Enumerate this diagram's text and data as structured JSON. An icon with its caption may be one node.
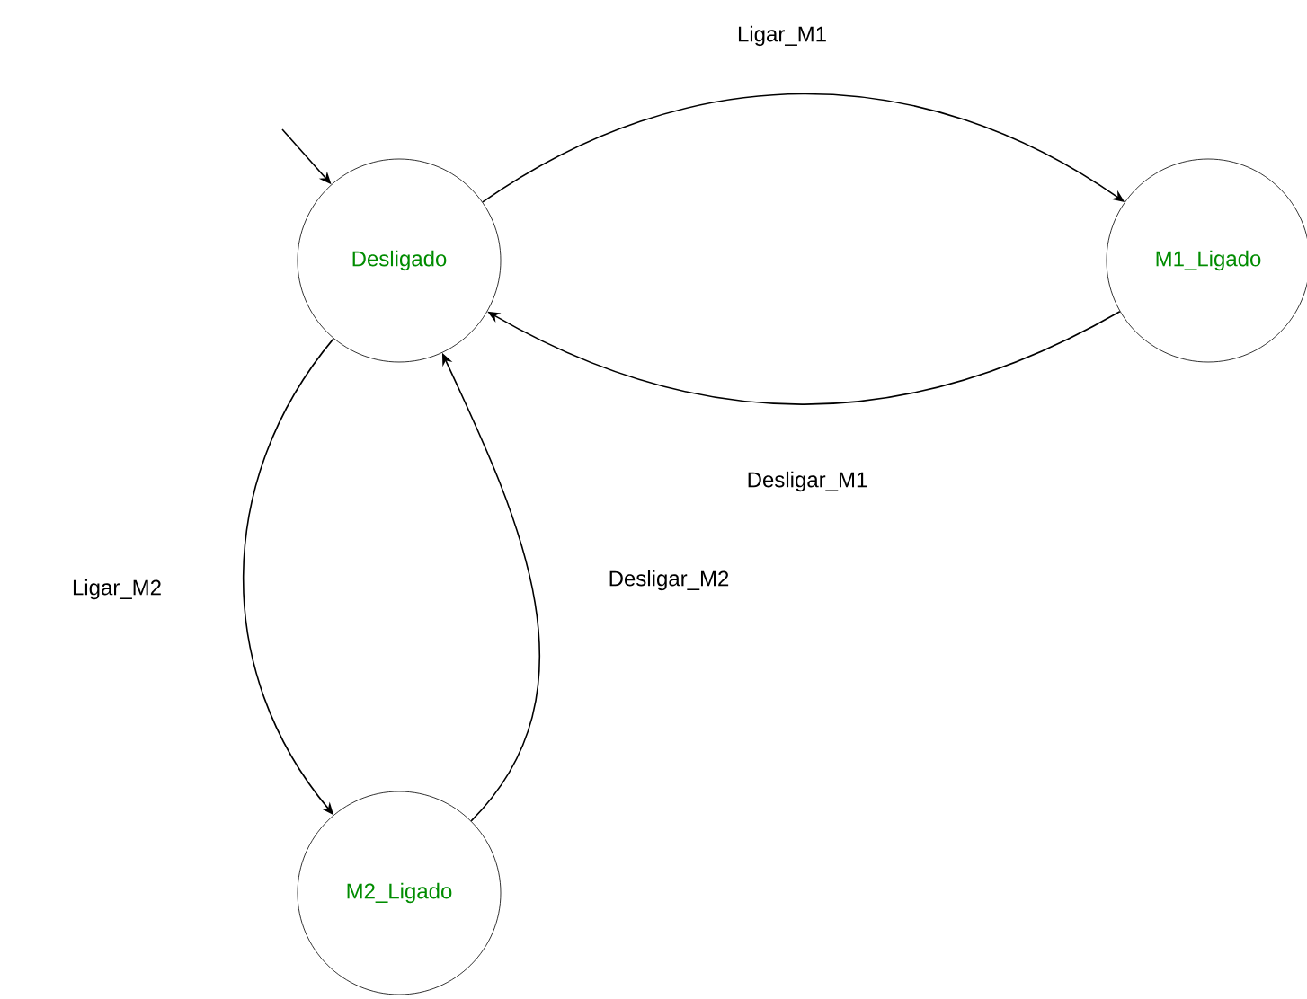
{
  "diagram": {
    "nodes": [
      {
        "text": [
          "Desligado"
        ]
      },
      {
        "text": [
          "M1_Ligado"
        ]
      },
      {
        "text": [
          "M2_Ligado"
        ]
      }
    ],
    "edges": [
      {
        "from": null,
        "to": 0,
        "arrow": "to"
      },
      {
        "from": 0,
        "to": 1,
        "arrow": "to",
        "label": "Ligar_M1"
      },
      {
        "from": 1,
        "to": 0,
        "arrow": "to",
        "label": "Desligar_M1"
      },
      {
        "from": 0,
        "to": 2,
        "arrow": "to",
        "label": "Ligar_M2"
      },
      {
        "from": 2,
        "to": 0,
        "arrow": "to",
        "label": "Desligar_M2"
      }
    ]
  }
}
